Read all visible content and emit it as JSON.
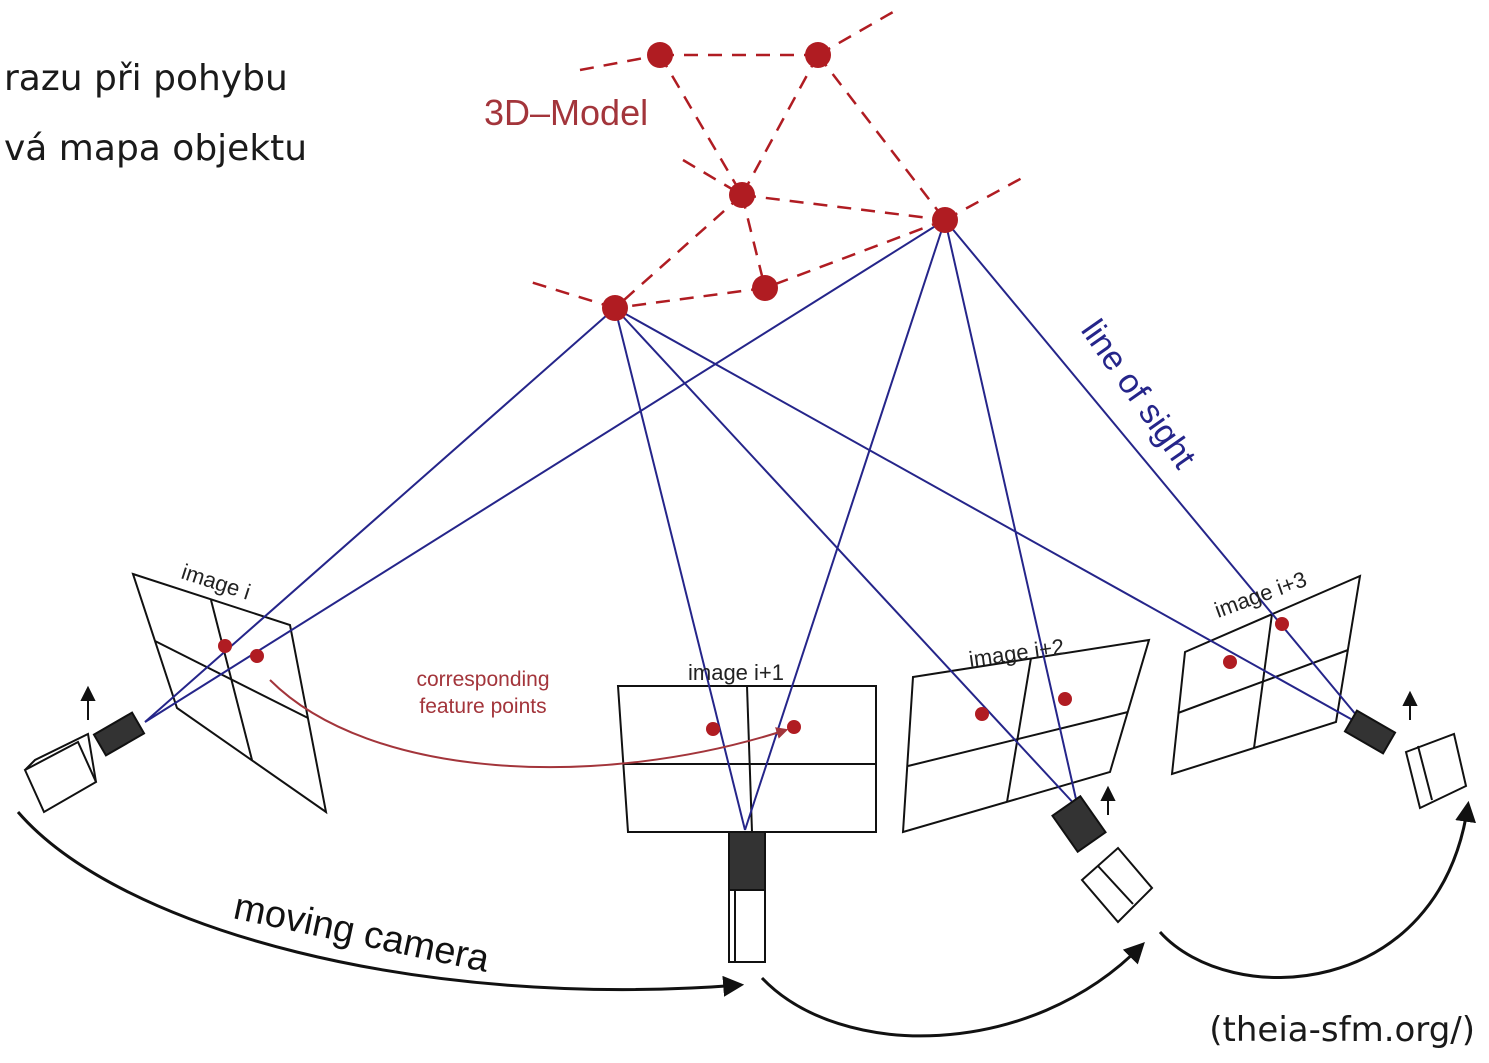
{
  "slide": {
    "line1": "razu při pohybu",
    "line2": "vá mapa objektu",
    "credit": "(theia-sfm.org/)"
  },
  "diagram": {
    "model_label": "3D–Model",
    "line_of_sight": "line of sight",
    "corresponding": [
      "corresponding",
      "feature points"
    ],
    "moving_camera": "moving camera",
    "images": [
      "image i",
      "image i+1",
      "image i+2",
      "image i+3"
    ]
  },
  "colors": {
    "model_red": "#b01c22",
    "label_red": "#a3353b",
    "sight_blue": "#25258a",
    "line_black": "#111111"
  }
}
